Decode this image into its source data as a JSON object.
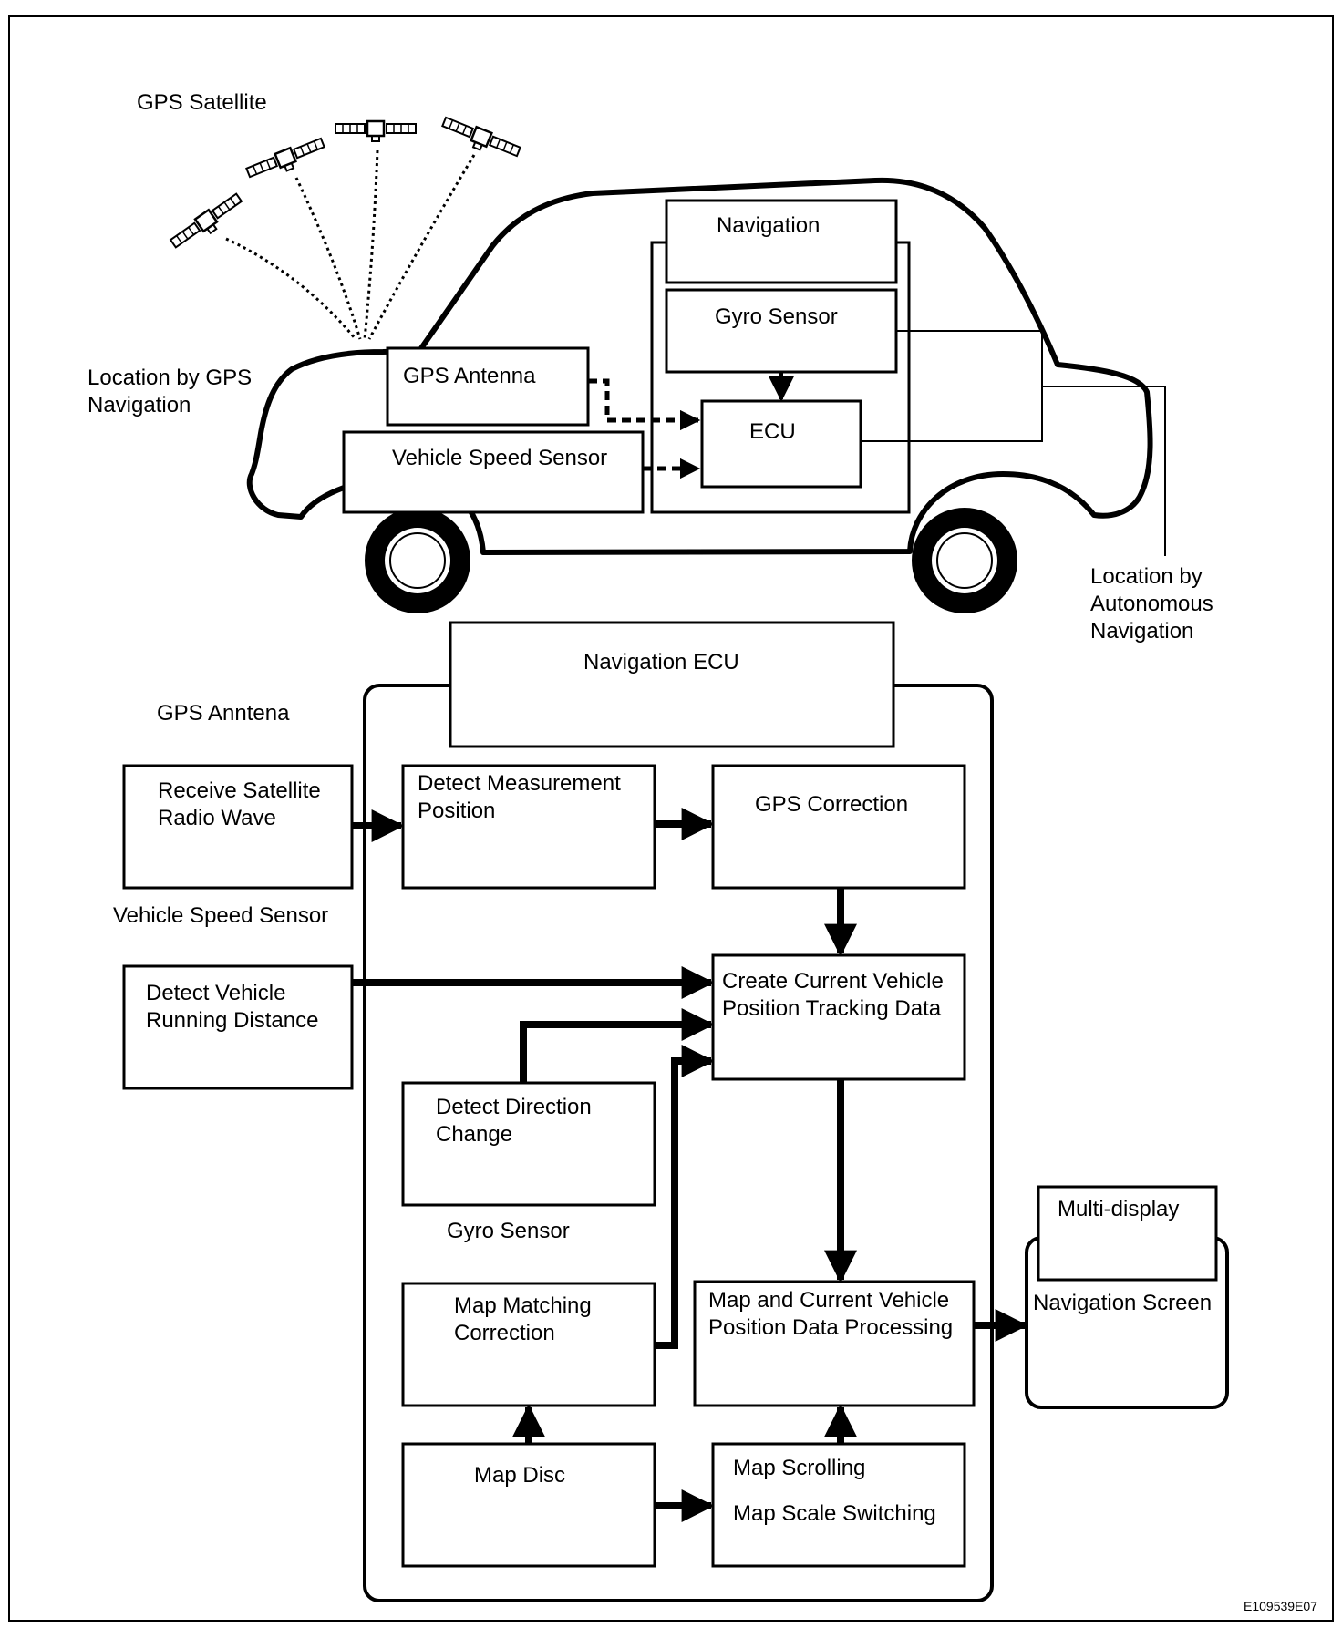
{
  "figure_id": "E109539E07",
  "top": {
    "gps_satellite": "GPS Satellite",
    "location_gps": [
      "Location by GPS",
      "Navigation"
    ],
    "location_autonomous": [
      "Location by",
      "Autonomous",
      "Navigation"
    ],
    "navigation": "Navigation",
    "gyro_sensor": "Gyro Sensor",
    "gps_antenna": "GPS Antenna",
    "ecu": "ECU",
    "vehicle_speed_sensor": "Vehicle Speed Sensor"
  },
  "bottom": {
    "navigation_ecu": "Navigation ECU",
    "gps_antenna_label": "GPS Anntena",
    "receive_satellite": [
      "Receive Satellite",
      "Radio Wave"
    ],
    "detect_measurement": [
      "Detect Measurement",
      "Position"
    ],
    "gps_correction": "GPS Correction",
    "vehicle_speed_sensor_label": "Vehicle Speed Sensor",
    "detect_running": [
      "Detect Vehicle",
      "Running Distance"
    ],
    "create_tracking": [
      "Create Current Vehicle",
      "Position Tracking Data"
    ],
    "detect_direction": [
      "Detect Direction",
      "Change"
    ],
    "gyro_sensor_label": "Gyro Sensor",
    "map_matching": [
      "Map Matching",
      "Correction"
    ],
    "map_processing": [
      "Map and Current Vehicle",
      "Position Data Processing"
    ],
    "map_disc": "Map Disc",
    "map_scrolling": "Map Scrolling",
    "map_scale": "Map Scale Switching",
    "multi_display": "Multi-display",
    "navigation_screen": "Navigation Screen"
  }
}
